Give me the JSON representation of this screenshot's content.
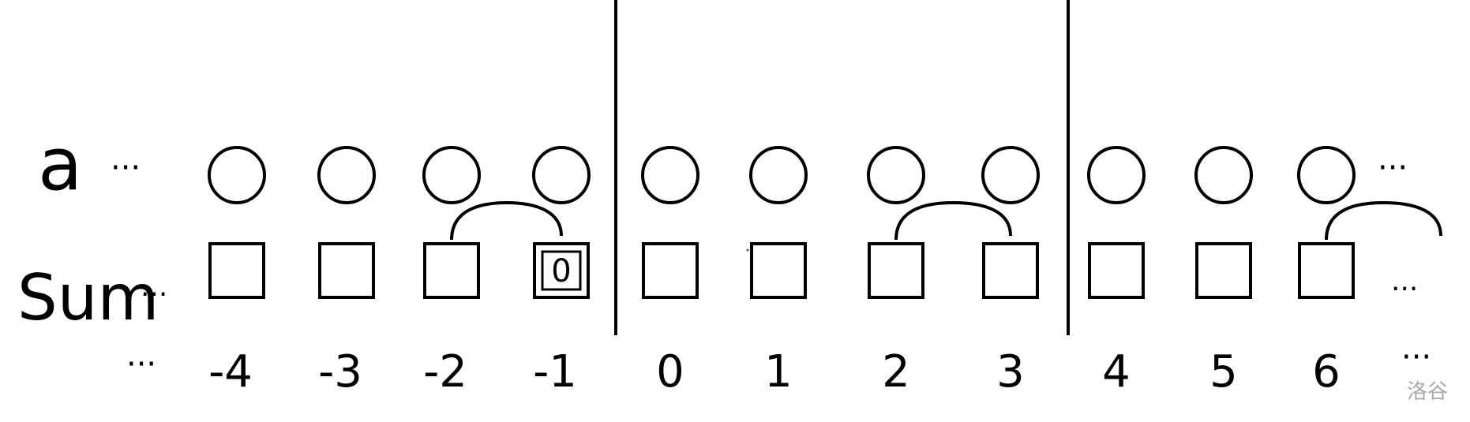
{
  "row_labels": {
    "a": "a",
    "sum": "Sum"
  },
  "ellipsis": "···",
  "indices": [
    "-4",
    "-3",
    "-2",
    "-1",
    "0",
    "1",
    "2",
    "3",
    "4",
    "5",
    "6"
  ],
  "sum_values": [
    "",
    "",
    "",
    "0",
    "",
    "",
    "",
    "",
    "",
    "",
    ""
  ],
  "arcs": [
    {
      "from": "-2",
      "to": "-1"
    },
    {
      "from": "2",
      "to": "3"
    },
    {
      "from": "6",
      "to": "7"
    }
  ],
  "watermark": "洛谷"
}
